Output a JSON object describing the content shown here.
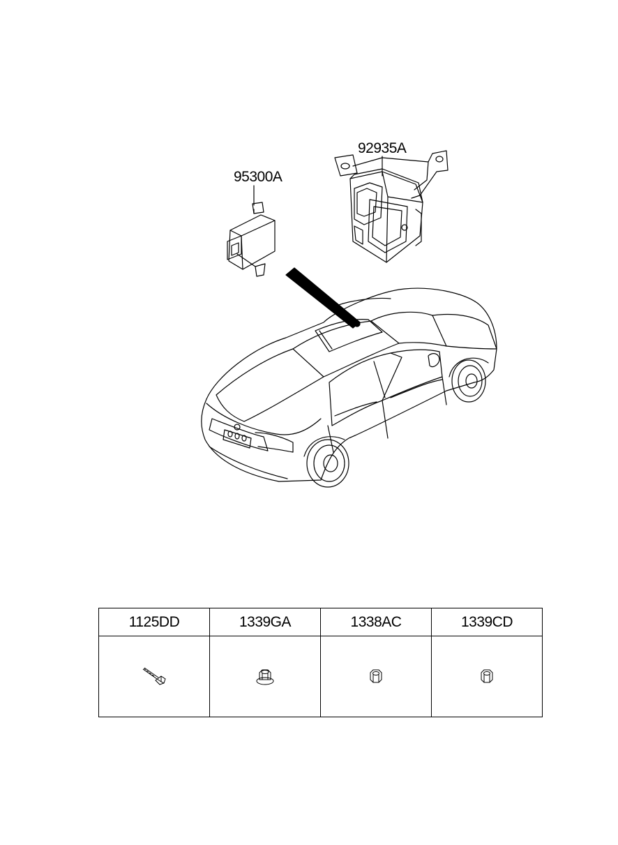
{
  "callouts": {
    "module_a": "95300A",
    "module_b": "92935A"
  },
  "fasteners": [
    {
      "part_no": "1125DD",
      "icon": "bolt-icon"
    },
    {
      "part_no": "1339GA",
      "icon": "flange-nut-icon"
    },
    {
      "part_no": "1338AC",
      "icon": "hex-nut-icon"
    },
    {
      "part_no": "1339CD",
      "icon": "hex-nut-icon"
    }
  ]
}
